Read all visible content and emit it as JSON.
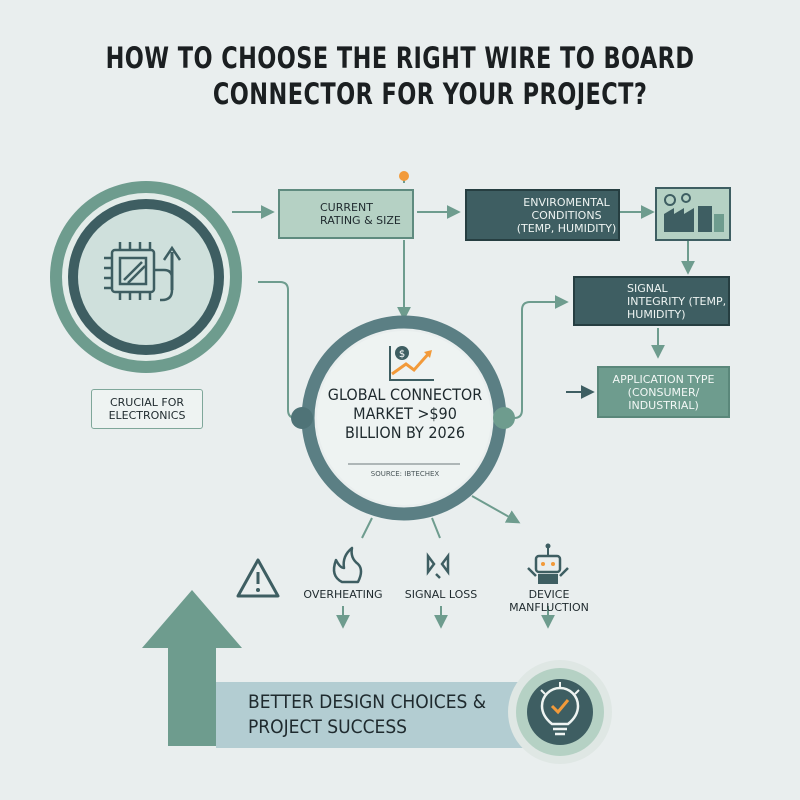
{
  "title": {
    "line1": "HOW TO CHOOSE THE RIGHT WIRE TO BOARD",
    "line2": "CONNECTOR FOR YOUR PROJECT?"
  },
  "left_circle": {
    "icon": "chip-icon",
    "caption": "CRUCIAL FOR ELECTRONICS"
  },
  "factors": {
    "current_rating": {
      "label": "CURRENT RATING & SIZE",
      "icon": "thermometer-icon"
    },
    "environmental": {
      "label": "ENVIROMENTAL CONDITIONS (TEMP, HUMIDITY)",
      "icon": "water-drops-icon"
    },
    "factory": {
      "icon": "factory-icon"
    },
    "signal_integrity": {
      "label": "SIGNAL INTEGRITY (TEMP, HUMIDITY)",
      "icon": "waveform-icon"
    },
    "application_type": {
      "label": "APPLICATION TYPE (CONSUMER/ INDUSTRIAL)"
    }
  },
  "center": {
    "stat": "GLOBAL CONNECTOR MARKET >$90 BILLION BY 2026",
    "source": "SOURCE: IBTECHEX",
    "icon": "growth-chart-icon"
  },
  "risks": [
    {
      "icon": "warning-icon",
      "label": ""
    },
    {
      "icon": "flame-icon",
      "label": "OVERHEATING"
    },
    {
      "icon": "signal-loss-icon",
      "label": "SIGNAL LOSS"
    },
    {
      "icon": "robot-icon",
      "label": "DEVICE MANFLUCTION"
    }
  ],
  "outcome": {
    "label": "BETTER DESIGN CHOICES & PROJECT SUCCESS",
    "icon": "lightbulb-check-icon"
  },
  "colors": {
    "background": "#e9eeee",
    "teal_dark": "#3e5e62",
    "sage": "#6e9c8e",
    "sage_light": "#b5d1c4",
    "orange_accent": "#f29a3a"
  }
}
